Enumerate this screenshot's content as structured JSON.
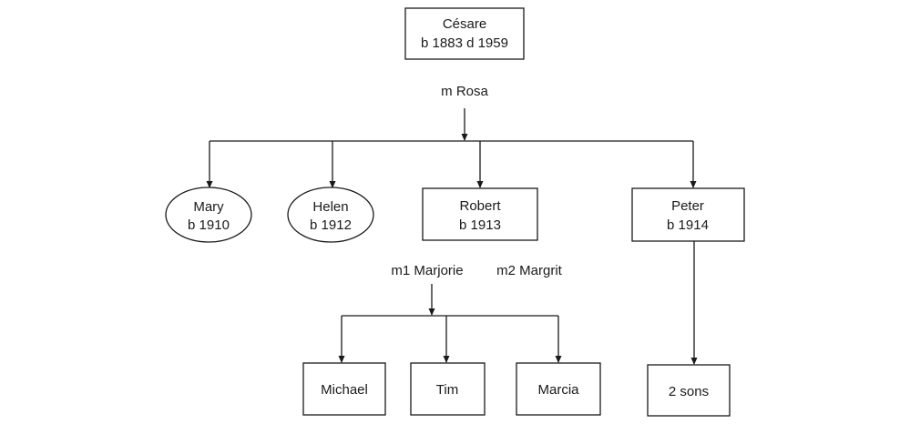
{
  "cesare": {
    "name": "Césare",
    "dates": "b 1883 d 1959"
  },
  "cesare_marriage": "m Rosa",
  "children": {
    "mary": {
      "name": "Mary",
      "dates": "b 1910"
    },
    "helen": {
      "name": "Helen",
      "dates": "b 1912"
    },
    "robert": {
      "name": "Robert",
      "dates": "b 1913"
    },
    "peter": {
      "name": "Peter",
      "dates": "b 1914"
    }
  },
  "robert_marriages": {
    "first": "m1 Marjorie",
    "second": "m2 Margrit"
  },
  "grandchildren": {
    "michael": "Michael",
    "tim": "Tim",
    "marcia": "Marcia",
    "peter_sons": "2 sons"
  }
}
